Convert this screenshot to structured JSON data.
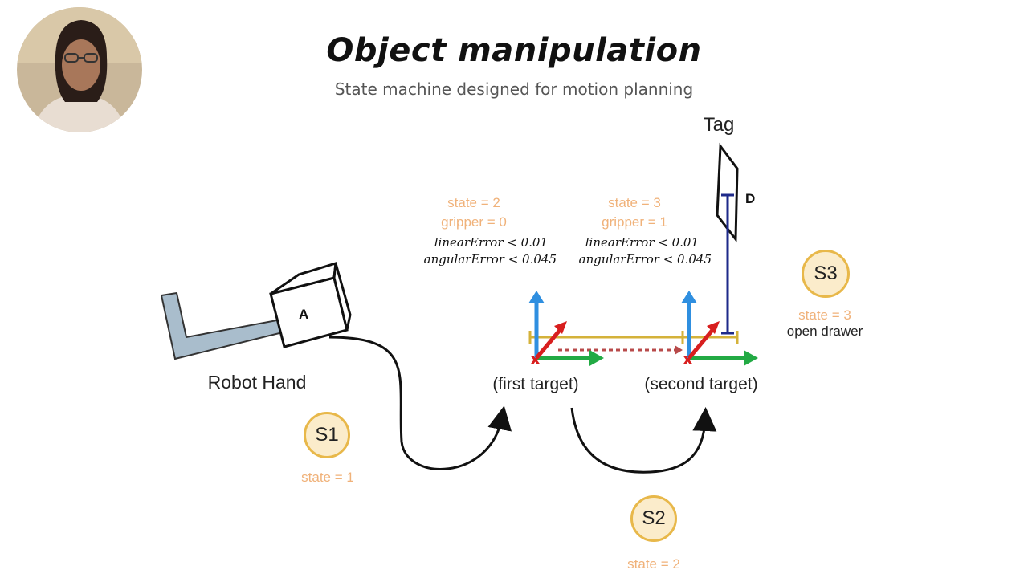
{
  "slide": {
    "title": "Object manipulation",
    "subtitle": "State machine designed for motion planning"
  },
  "diagram": {
    "tag_label": "Tag",
    "tag_letter": "D",
    "box_letter": "A",
    "robot_hand_label": "Robot Hand",
    "first_target_label": "(first target)",
    "second_target_label": "(second target)",
    "first_target_state": "state = 2",
    "first_target_gripper": "gripper = 0",
    "first_linear": "linearError < 0.01",
    "first_angular": "angularError < 0.045",
    "second_target_state": "state = 3",
    "second_target_gripper": "gripper = 1",
    "second_linear": "linearError < 0.01",
    "second_angular": "angularError < 0.045",
    "s1": {
      "name": "S1",
      "state": "state = 1"
    },
    "s2": {
      "name": "S2",
      "state": "state = 2"
    },
    "s3": {
      "name": "S3",
      "state": "state = 3",
      "action": "open drawer"
    },
    "colors": {
      "state_text": "#f0b27a",
      "circle_fill": "#fbeccb",
      "circle_border": "#e8b84a",
      "axis_blue": "#2f8fe0",
      "axis_red": "#d81e1e",
      "axis_green": "#22aa44",
      "distance_bar": "#d4b23a",
      "tag_line": "#1e2a8a"
    }
  },
  "webcam": {
    "icon": "presenter-webcam"
  }
}
